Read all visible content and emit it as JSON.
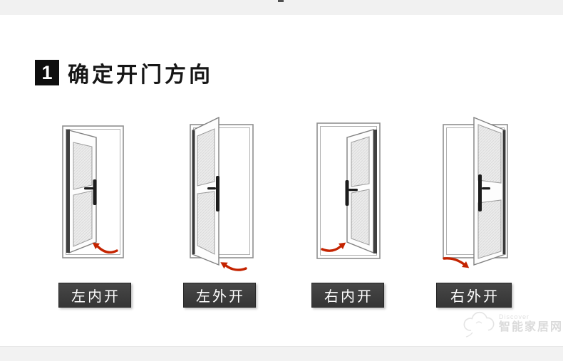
{
  "page": {
    "background": "#ffffff",
    "top_band_color": "#f1f1f1",
    "bottom_band_color": "#f2f2f2"
  },
  "header": {
    "step_number": "1",
    "title": "确定开门方向"
  },
  "doors": [
    {
      "id": "left-inward",
      "label": "左内开",
      "hinge": "left",
      "swing": "inward"
    },
    {
      "id": "left-outward",
      "label": "左外开",
      "hinge": "left",
      "swing": "outward"
    },
    {
      "id": "right-inward",
      "label": "右内开",
      "hinge": "right",
      "swing": "inward"
    },
    {
      "id": "right-outward",
      "label": "右外开",
      "hinge": "right",
      "swing": "outward"
    }
  ],
  "watermark": {
    "line1": "Discover",
    "line2": "智能家居网"
  },
  "colors": {
    "arrow_red": "#c42300",
    "label_bg": "#3d3d3d",
    "label_text": "#ffffff",
    "step_box_bg": "#0e0e0e",
    "title_text": "#161616",
    "line_art": "#8f8f8f",
    "hinge_dark": "#3f3f3f",
    "handle_black": "#1c1c1c"
  }
}
